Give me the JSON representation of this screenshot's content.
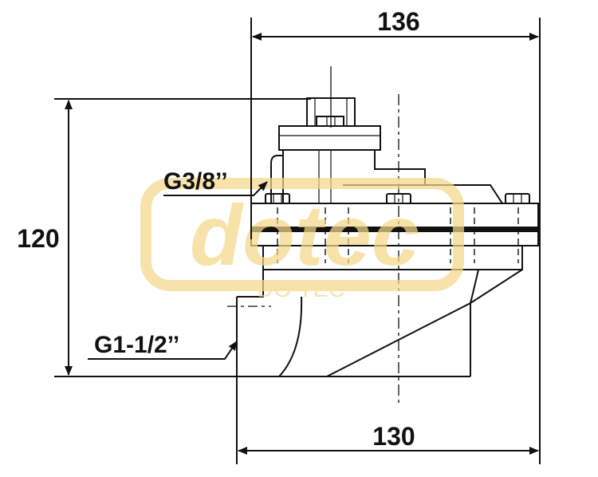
{
  "dimensions": {
    "top_width": "136",
    "height": "120",
    "bottom_width": "130"
  },
  "ports": {
    "pilot_port": "G3/8’’",
    "main_port": "G1-1/2’’"
  },
  "watermark": {
    "logo_text": "dotec",
    "brand_text": "DO TEC"
  },
  "colors": {
    "line": "#111111",
    "watermark": "#f5d98a"
  }
}
